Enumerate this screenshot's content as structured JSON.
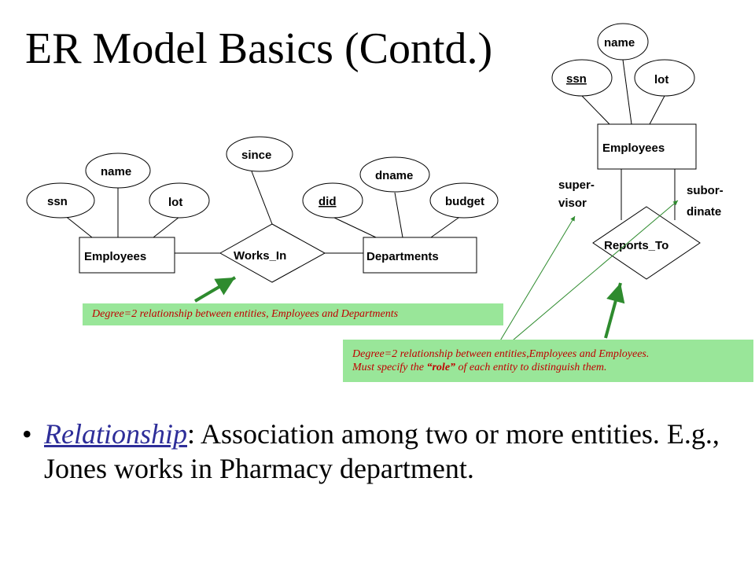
{
  "slide": {
    "title": "ER Model Basics (Contd.)"
  },
  "left_diagram": {
    "entity_employees": "Employees",
    "entity_departments": "Departments",
    "relationship": "Works_In",
    "attr_ssn": "ssn",
    "attr_name": "name",
    "attr_lot": "lot",
    "attr_since": "since",
    "attr_did": "did",
    "attr_dname": "dname",
    "attr_budget": "budget"
  },
  "right_diagram": {
    "attr_name": "name",
    "attr_ssn": "ssn",
    "attr_lot": "lot",
    "entity_employees": "Employees",
    "role_supervisor_1": "super-",
    "role_supervisor_2": "visor",
    "role_subordinate_1": "subor-",
    "role_subordinate_2": "dinate",
    "relationship": "Reports_To"
  },
  "notes": {
    "note1": "Degree=2 relationship between entities, Employees and Departments",
    "note2_line1": "Degree=2 relationship between entities,Employees and Employees.",
    "note2_line2_prefix": "Must specify the ",
    "note2_line2_role": "“role”",
    "note2_line2_suffix": " of each entity to distinguish them."
  },
  "bullet": {
    "marker": "•",
    "keyword": "Relationship",
    "text": ":  Association among two or more entities.  E.g., Jones works in Pharmacy department."
  },
  "colors": {
    "note_background": "#99e699",
    "note_text": "#c00000",
    "arrow": "#2e8b2e",
    "keyword": "#2e2e99"
  }
}
